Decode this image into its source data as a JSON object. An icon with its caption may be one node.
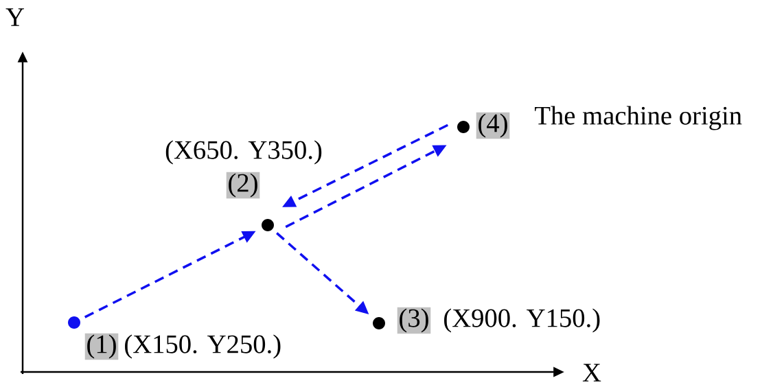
{
  "diagram": {
    "nodes": [
      {
        "text": [],
        "shape": "circle"
      },
      {
        "text": [],
        "shape": "circle"
      },
      {
        "text": [],
        "shape": "circle"
      },
      {
        "text": [],
        "shape": "circle"
      },
      {
        "text": [
          "(1)"
        ],
        "beside": [
          "(X150. Y250.)"
        ]
      },
      {
        "text": [
          "(2)"
        ],
        "beside": [
          "(X650. Y350.)"
        ]
      },
      {
        "text": [
          "(3)"
        ],
        "beside": [
          "(X900. Y150.)"
        ]
      },
      {
        "text": [
          "(4)"
        ],
        "beside": [
          "The machine origin"
        ]
      }
    ],
    "edges": [
      {
        "from": 0,
        "to": 1,
        "arrow": "to",
        "style": "dashed"
      },
      {
        "from": 3,
        "to": 1,
        "arrow": "to",
        "style": "dashed"
      },
      {
        "from": 1,
        "to": 3,
        "arrow": "to",
        "style": "dashed"
      },
      {
        "from": 1,
        "to": 2,
        "arrow": "to",
        "style": "dashed"
      }
    ],
    "labels": [
      "Y",
      "X"
    ]
  }
}
